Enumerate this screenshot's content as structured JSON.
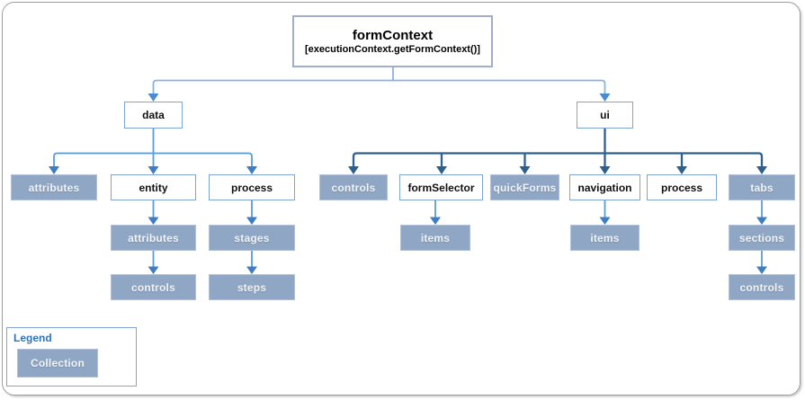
{
  "diagram": {
    "root": {
      "label": "formContext",
      "subtitle": "[executionContext.getFormContext()]"
    },
    "nodes": {
      "data": {
        "label": "data",
        "style": "object"
      },
      "ui": {
        "label": "ui",
        "style": "object"
      },
      "data_attributes": {
        "label": "attributes",
        "style": "collection"
      },
      "entity": {
        "label": "entity",
        "style": "object"
      },
      "data_process": {
        "label": "process",
        "style": "object"
      },
      "ui_controls": {
        "label": "controls",
        "style": "collection"
      },
      "formSelector": {
        "label": "formSelector",
        "style": "object"
      },
      "quickForms": {
        "label": "quickForms",
        "style": "collection"
      },
      "navigation": {
        "label": "navigation",
        "style": "object"
      },
      "ui_process": {
        "label": "process",
        "style": "object"
      },
      "tabs": {
        "label": "tabs",
        "style": "collection"
      },
      "entity_attributes": {
        "label": "attributes",
        "style": "collection"
      },
      "process_stages": {
        "label": "stages",
        "style": "collection"
      },
      "formSelector_items": {
        "label": "items",
        "style": "collection"
      },
      "navigation_items": {
        "label": "items",
        "style": "collection"
      },
      "tabs_sections": {
        "label": "sections",
        "style": "collection"
      },
      "entity_controls": {
        "label": "controls",
        "style": "collection"
      },
      "process_steps": {
        "label": "steps",
        "style": "collection"
      },
      "sections_controls": {
        "label": "controls",
        "style": "collection"
      }
    },
    "legend": {
      "title": "Legend",
      "collection_label": "Collection"
    },
    "colors": {
      "collection_fill": "#8FA6C4",
      "collection_border": "#AFC0D8",
      "object_border": "#7FA4D4",
      "root_border": "#9FAECB",
      "connector_top": "#89B2E0",
      "connector_top_arrow": "#4B8BD0",
      "connector_medium": "#5B9BD5",
      "connector_medium_arrow": "#3E7DC1",
      "connector_dark": "#2D5F8F",
      "legend_title_color": "#2E74B5",
      "frame_border": "#9E9E9E"
    }
  }
}
